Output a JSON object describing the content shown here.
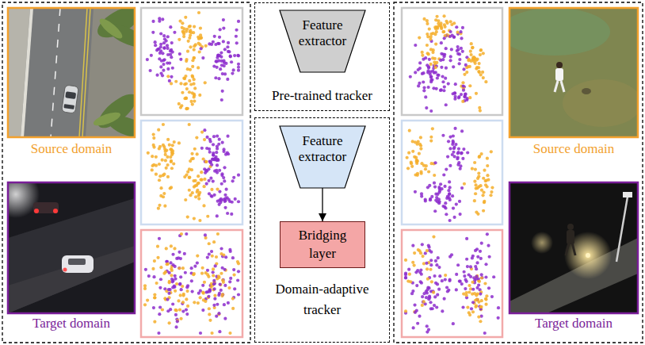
{
  "diagram": {
    "nodes": [
      {
        "text": [
          "Pre-trained tracker"
        ]
      },
      {
        "text": [
          "Feature extractor"
        ],
        "in": 0
      },
      {
        "text": [
          "Domain-adaptive tracker"
        ]
      },
      {
        "text": [
          "Feature extractor"
        ],
        "in": 2
      },
      {
        "text": [
          "Bridging layer"
        ],
        "in": 2
      }
    ],
    "edges": [
      {
        "from": 3,
        "to": 4,
        "arrow": "to"
      }
    ],
    "labels": [
      "Source domain",
      "Target domain",
      "Source domain",
      "Target domain"
    ]
  }
}
